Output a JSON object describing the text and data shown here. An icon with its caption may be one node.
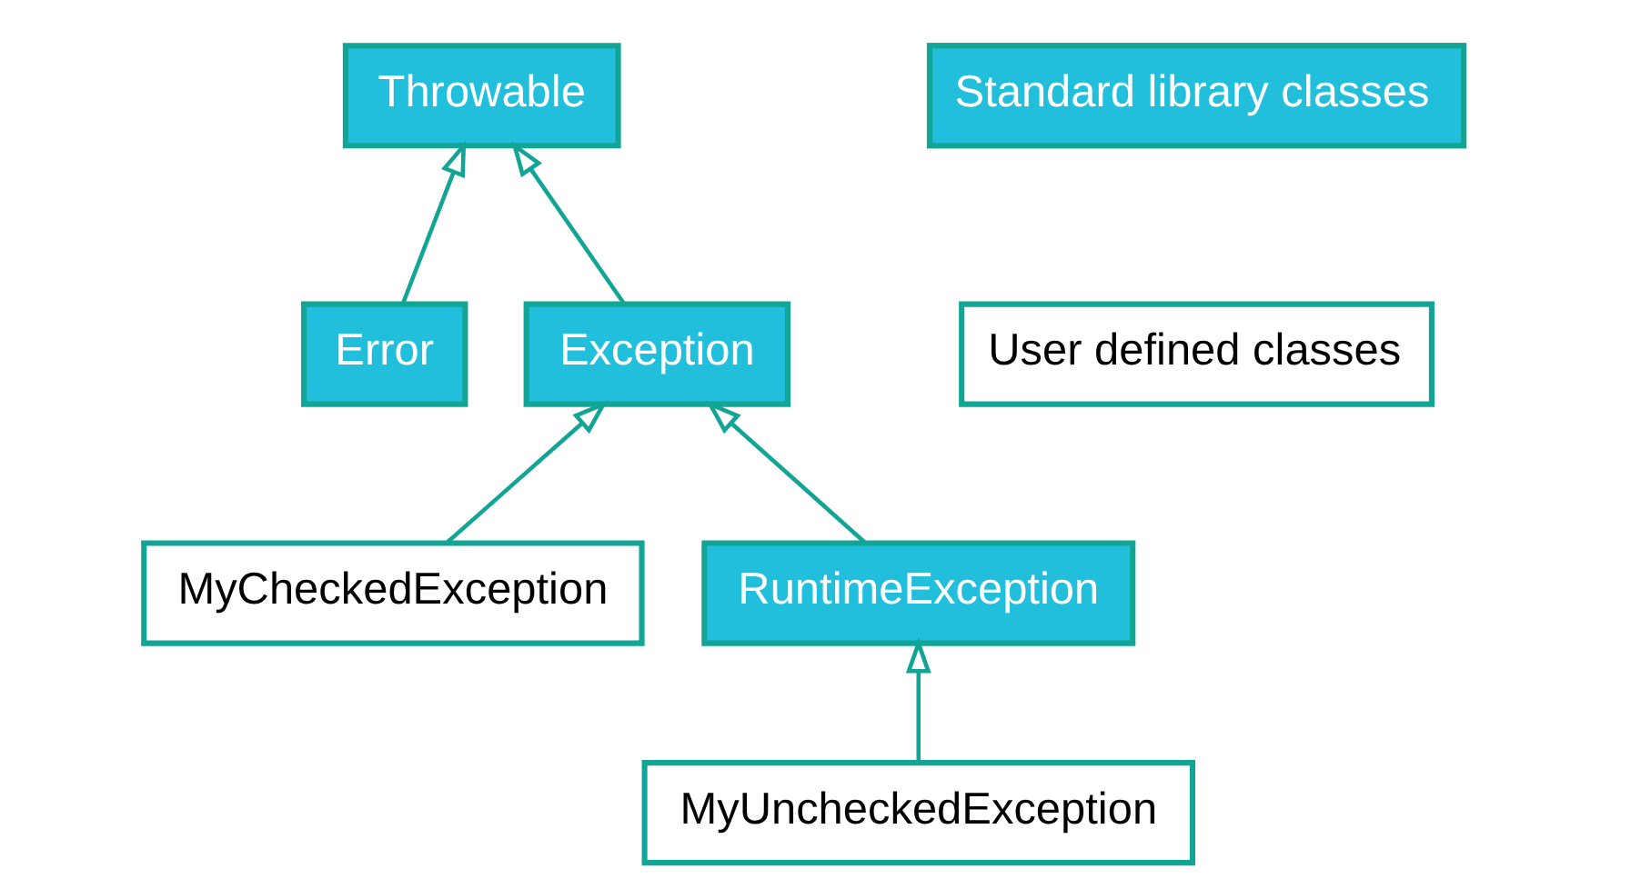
{
  "diagram": {
    "nodes": [
      {
        "text": [
          "Throwable"
        ]
      },
      {
        "text": [
          "Error"
        ]
      },
      {
        "text": [
          "Exception"
        ]
      },
      {
        "text": [
          "MyCheckedException"
        ]
      },
      {
        "text": [
          "RuntimeException"
        ]
      },
      {
        "text": [
          "MyUncheckedException"
        ]
      }
    ],
    "edges": [
      {
        "from": 1,
        "to": 0,
        "arrow": "to"
      },
      {
        "from": 2,
        "to": 0,
        "arrow": "to"
      },
      {
        "from": 3,
        "to": 2,
        "arrow": "to"
      },
      {
        "from": 4,
        "to": 2,
        "arrow": "to"
      },
      {
        "from": 5,
        "to": 4,
        "arrow": "to"
      }
    ],
    "legend": [
      {
        "text": "Standard library classes",
        "color": "#22bfdc"
      },
      {
        "text": "User defined classes",
        "color": "#ffffff"
      }
    ]
  }
}
